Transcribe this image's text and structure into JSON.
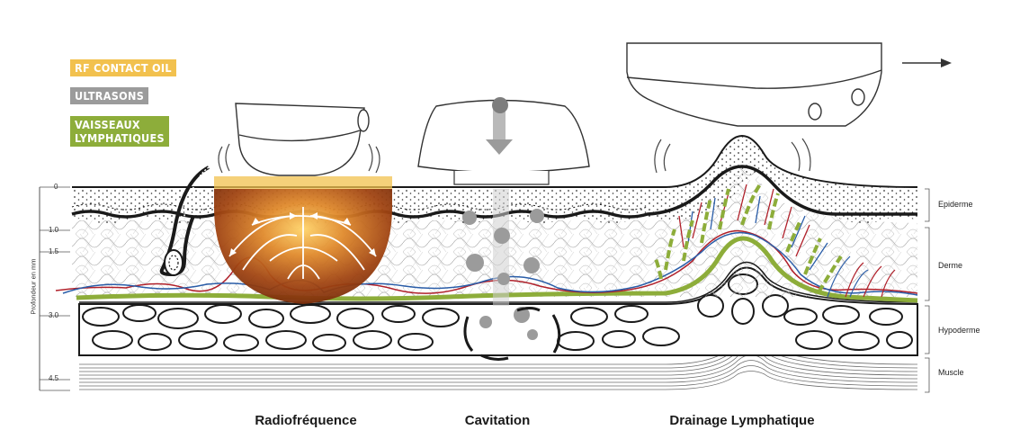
{
  "legend": {
    "oil": "RF CONTACT OIL",
    "ultrasound": "ULTRASONS",
    "lymph_line1": "VAISSEAUX",
    "lymph_line2": "LYMPHATIQUES"
  },
  "axis": {
    "title": "Profondeur en mm",
    "ticks": [
      "0",
      "1.0",
      "1.5",
      "3.0",
      "4.5"
    ]
  },
  "layers": {
    "epidermis": "Epiderme",
    "dermis": "Derme",
    "hypodermis": "Hypoderme",
    "muscle": "Muscle"
  },
  "captions": {
    "rf": "Radiofréquence",
    "cavitation": "Cavitation",
    "drainage": "Drainage Lymphatique"
  },
  "colors": {
    "oil": "#f2c14e",
    "ultrasound": "#9b9b9b",
    "lymph": "#8dad3a",
    "artery": "#b0202a",
    "vein": "#2a5da8",
    "heat": "#b5561a"
  }
}
